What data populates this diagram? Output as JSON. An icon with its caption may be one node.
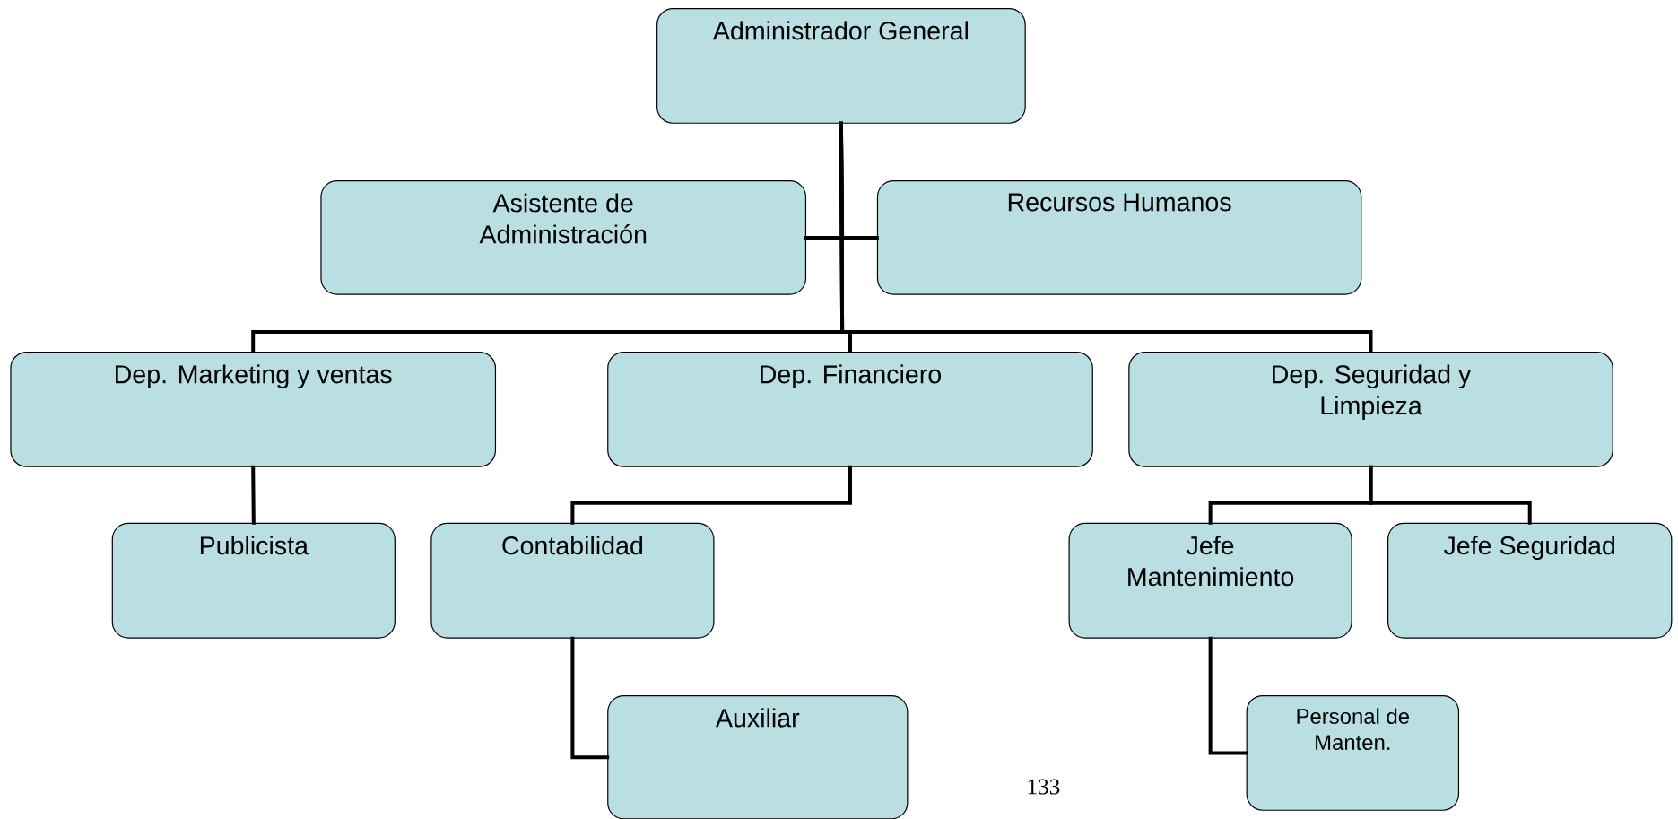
{
  "diagram": {
    "nodes": [
      {
        "text": [
          "Administrador General"
        ]
      },
      {
        "text": [
          "Asistente de Administración"
        ]
      },
      {
        "text": [
          "Recursos Humanos"
        ]
      },
      {
        "text": [
          "Dep. Marketing y ventas"
        ]
      },
      {
        "text": [
          "Dep. Financiero"
        ]
      },
      {
        "text": [
          "Dep. Seguridad y Limpieza"
        ]
      },
      {
        "text": [
          "Publicista"
        ]
      },
      {
        "text": [
          "Contabilidad"
        ]
      },
      {
        "text": [
          "Jefe Mantenimiento"
        ]
      },
      {
        "text": [
          "Jefe Seguridad"
        ]
      },
      {
        "text": [
          "Auxiliar"
        ]
      },
      {
        "text": [
          "Personal de Manten."
        ]
      }
    ],
    "edges": [
      {
        "from": 0,
        "to": 1,
        "arrow": "none"
      },
      {
        "from": 0,
        "to": 2,
        "arrow": "none"
      },
      {
        "from": 0,
        "to": 3,
        "arrow": "none"
      },
      {
        "from": 0,
        "to": 4,
        "arrow": "none"
      },
      {
        "from": 0,
        "to": 5,
        "arrow": "none"
      },
      {
        "from": 3,
        "to": 6,
        "arrow": "none"
      },
      {
        "from": 4,
        "to": 7,
        "arrow": "none"
      },
      {
        "from": 7,
        "to": 10,
        "arrow": "none"
      },
      {
        "from": 5,
        "to": 8,
        "arrow": "none"
      },
      {
        "from": 5,
        "to": 9,
        "arrow": "none"
      },
      {
        "from": 8,
        "to": 11,
        "arrow": "none"
      }
    ],
    "labels": [
      "133"
    ]
  }
}
